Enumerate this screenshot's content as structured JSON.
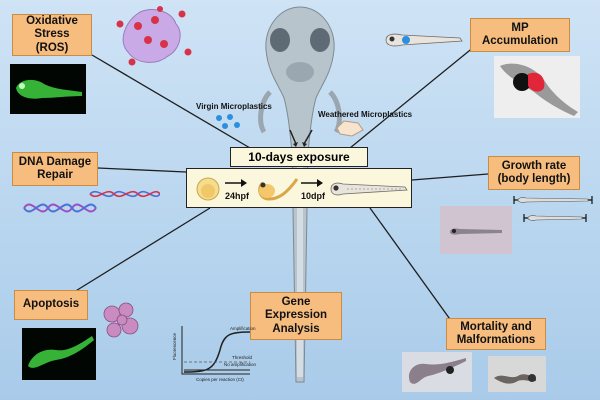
{
  "boxes": {
    "oxidative": "Oxidative\nStress (ROS)",
    "dna": "DNA Damage\nRepair",
    "apoptosis": "Apoptosis",
    "gene": "Gene\nExpression\nAnalysis",
    "mp": "MP\nAccumulation",
    "growth": "Growth rate\n(body length)",
    "mortality": "Mortality and\nMalformations"
  },
  "center": {
    "title": "10-days exposure",
    "stage1": "24hpf",
    "stage2": "10dpf"
  },
  "labels": {
    "virgin": "Virgin Microplastics",
    "weathered": "Weathered Microplastics"
  },
  "qpcr": {
    "amplification": "Amplification",
    "threshold": "Threshold",
    "no_amplification": "No amplification",
    "ylabel": "Fluorescence",
    "xlabel": "Copies per reaction (Ct)"
  },
  "colors": {
    "box_fill": "#f6bd7f",
    "panel_fill": "#fbf7dc",
    "background": "#bcd8f0",
    "fluorescence": "#3fd13f"
  }
}
